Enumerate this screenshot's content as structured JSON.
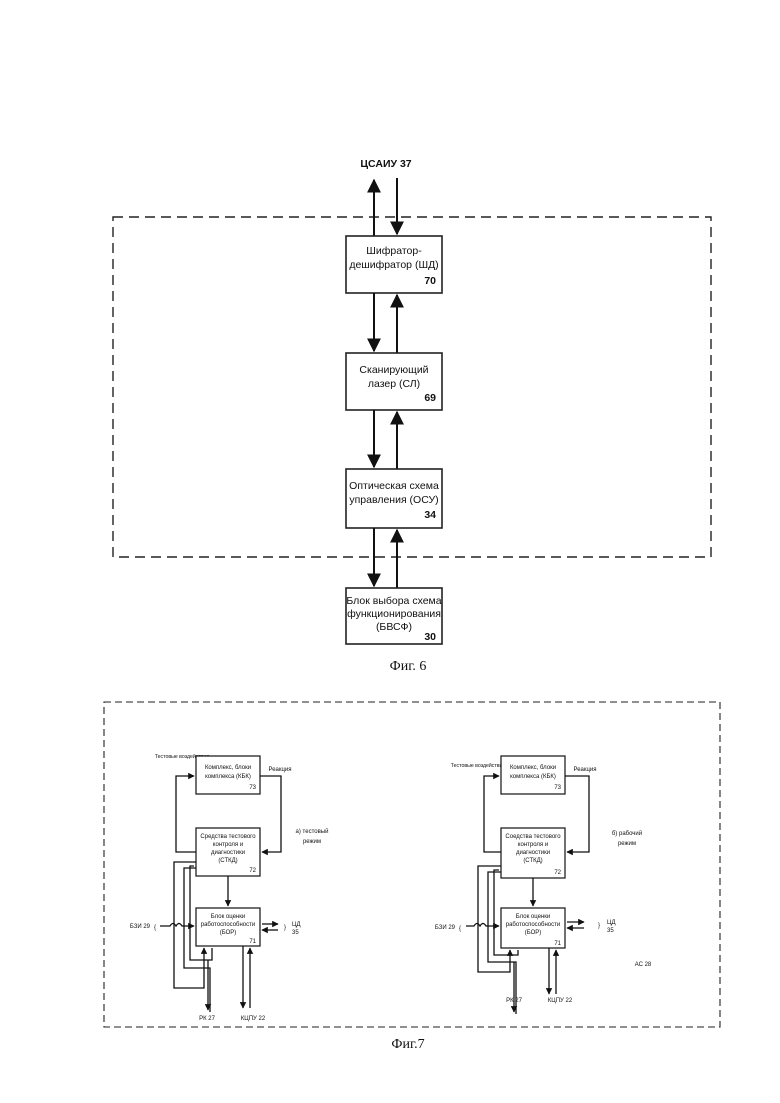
{
  "fig6": {
    "top_label": "ЦСАИУ 37",
    "blocks": [
      {
        "line1": "Шифратор-",
        "line2": "дешифратор (ШД)",
        "line3": "",
        "num": "70"
      },
      {
        "line1": "Сканирующий",
        "line2": "лазер (СЛ)",
        "line3": "",
        "num": "69"
      },
      {
        "line1": "Оптическая схема",
        "line2": "управления (ОСУ)",
        "line3": "",
        "num": "34"
      },
      {
        "line1": "Блок выбора схема",
        "line2": "функционирования",
        "line3": "(БВСФ)",
        "num": "30"
      }
    ],
    "caption": "Фиг. 6"
  },
  "fig7": {
    "caption": "Фиг.7",
    "as_label": "АС 28",
    "left": {
      "test_label": "Тестовые воздействия",
      "reaction": "Реакция",
      "mode_line1": "а) тестовый",
      "mode_line2": "режим",
      "kbk": {
        "line1": "Комплекс, блоки",
        "line2": "комплекса (КБК)",
        "num": "73"
      },
      "stkd": {
        "line1": "Средства тестового",
        "line2": "контроля и",
        "line3": "диагностики",
        "line4": "(СТКД)",
        "num": "72"
      },
      "bor": {
        "line1": "Блок оценки",
        "line2": "работоспособности",
        "line3": "(БОР)",
        "num": "71"
      },
      "bzi": "БЗИ 29",
      "cd1": "ЦД",
      "cd2": "35",
      "rk": "РК 27",
      "kcpu": "КЦПУ 22"
    },
    "right": {
      "test_label": "Тестовые воздействия",
      "reaction": "Реакция",
      "mode_line1": "б) рабочий",
      "mode_line2": "режим",
      "kbk": {
        "line1": "Комплекс, блоки",
        "line2": "комплекса (КБК)",
        "num": "73"
      },
      "stkd": {
        "line1": "Соедства тестового",
        "line2": "контроля и",
        "line3": "диагностики",
        "line4": "(СТКД)",
        "num": "72"
      },
      "bor": {
        "line1": "Блок оценки",
        "line2": "работоспособности",
        "line3": "(БОР)",
        "num": "71"
      },
      "bzi": "БЗИ 29",
      "cd1": "ЦД",
      "cd2": "35",
      "rk": "РК 27",
      "kcpu": "КЦПУ 22"
    }
  }
}
